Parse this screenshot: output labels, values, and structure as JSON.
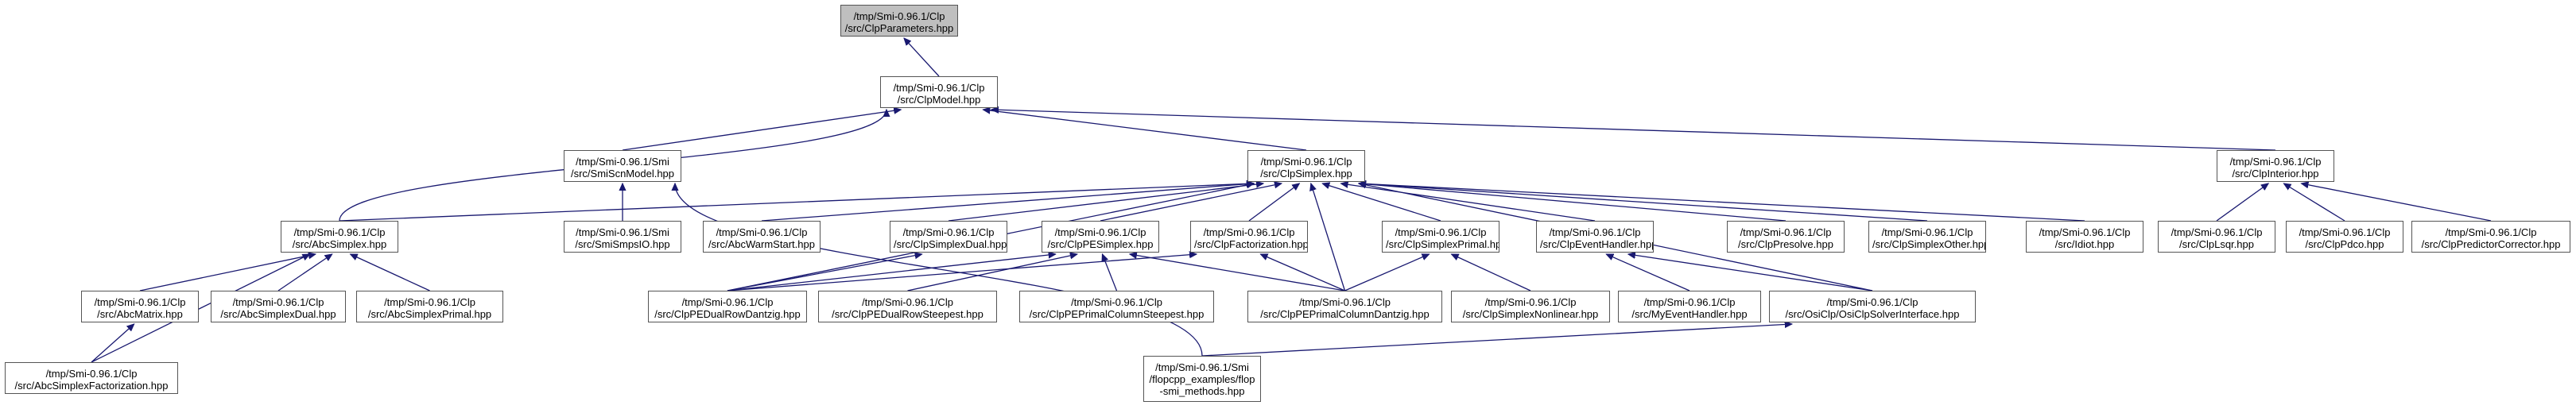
{
  "colors": {
    "root_fill": "#bfbfbf",
    "edge": "#191970",
    "border": "#555555"
  },
  "nodes": [
    {
      "id": "clpparameters",
      "lines": [
        "/tmp/Smi-0.96.1/Clp",
        "/src/ClpParameters.hpp"
      ],
      "root": true
    },
    {
      "id": "clpmodel",
      "lines": [
        "/tmp/Smi-0.96.1/Clp",
        "/src/ClpModel.hpp"
      ]
    },
    {
      "id": "smiscnmodel",
      "lines": [
        "/tmp/Smi-0.96.1/Smi",
        "/src/SmiScnModel.hpp"
      ]
    },
    {
      "id": "clpsimplex",
      "lines": [
        "/tmp/Smi-0.96.1/Clp",
        "/src/ClpSimplex.hpp"
      ]
    },
    {
      "id": "clpinterior",
      "lines": [
        "/tmp/Smi-0.96.1/Clp",
        "/src/ClpInterior.hpp"
      ]
    },
    {
      "id": "abcsimplex",
      "lines": [
        "/tmp/Smi-0.96.1/Clp",
        "/src/AbcSimplex.hpp"
      ]
    },
    {
      "id": "smismpsio",
      "lines": [
        "/tmp/Smi-0.96.1/Smi",
        "/src/SmiSmpsIO.hpp"
      ]
    },
    {
      "id": "abcwarmstart",
      "lines": [
        "/tmp/Smi-0.96.1/Clp",
        "/src/AbcWarmStart.hpp"
      ]
    },
    {
      "id": "clpsimplexdual",
      "lines": [
        "/tmp/Smi-0.96.1/Clp",
        "/src/ClpSimplexDual.hpp"
      ]
    },
    {
      "id": "clppesimplex",
      "lines": [
        "/tmp/Smi-0.96.1/Clp",
        "/src/ClpPESimplex.hpp"
      ]
    },
    {
      "id": "clpfactorization",
      "lines": [
        "/tmp/Smi-0.96.1/Clp",
        "/src/ClpFactorization.hpp"
      ]
    },
    {
      "id": "clpsimplexprimal",
      "lines": [
        "/tmp/Smi-0.96.1/Clp",
        "/src/ClpSimplexPrimal.hpp"
      ]
    },
    {
      "id": "clpeventhandler",
      "lines": [
        "/tmp/Smi-0.96.1/Clp",
        "/src/ClpEventHandler.hpp"
      ]
    },
    {
      "id": "clppresolve",
      "lines": [
        "/tmp/Smi-0.96.1/Clp",
        "/src/ClpPresolve.hpp"
      ]
    },
    {
      "id": "clpsimplexother",
      "lines": [
        "/tmp/Smi-0.96.1/Clp",
        "/src/ClpSimplexOther.hpp"
      ]
    },
    {
      "id": "idiot",
      "lines": [
        "/tmp/Smi-0.96.1/Clp",
        "/src/Idiot.hpp"
      ]
    },
    {
      "id": "clplsqr",
      "lines": [
        "/tmp/Smi-0.96.1/Clp",
        "/src/ClpLsqr.hpp"
      ]
    },
    {
      "id": "clppdco",
      "lines": [
        "/tmp/Smi-0.96.1/Clp",
        "/src/ClpPdco.hpp"
      ]
    },
    {
      "id": "clppredictorcorrector",
      "lines": [
        "/tmp/Smi-0.96.1/Clp",
        "/src/ClpPredictorCorrector.hpp"
      ]
    },
    {
      "id": "abcmatrix",
      "lines": [
        "/tmp/Smi-0.96.1/Clp",
        "/src/AbcMatrix.hpp"
      ]
    },
    {
      "id": "abcsimplexdual",
      "lines": [
        "/tmp/Smi-0.96.1/Clp",
        "/src/AbcSimplexDual.hpp"
      ]
    },
    {
      "id": "abcsimplexprimal",
      "lines": [
        "/tmp/Smi-0.96.1/Clp",
        "/src/AbcSimplexPrimal.hpp"
      ]
    },
    {
      "id": "clppedualrowdantzig",
      "lines": [
        "/tmp/Smi-0.96.1/Clp",
        "/src/ClpPEDualRowDantzig.hpp"
      ]
    },
    {
      "id": "clppedualrowsteepest",
      "lines": [
        "/tmp/Smi-0.96.1/Clp",
        "/src/ClpPEDualRowSteepest.hpp"
      ]
    },
    {
      "id": "clpeprimalcolumnsteepest",
      "lines": [
        "/tmp/Smi-0.96.1/Clp",
        "/src/ClpPEPrimalColumnSteepest.hpp"
      ]
    },
    {
      "id": "clpeprimalcolumndantzig",
      "lines": [
        "/tmp/Smi-0.96.1/Clp",
        "/src/ClpPEPrimalColumnDantzig.hpp"
      ]
    },
    {
      "id": "clpsimplexnonlinear",
      "lines": [
        "/tmp/Smi-0.96.1/Clp",
        "/src/ClpSimplexNonlinear.hpp"
      ]
    },
    {
      "id": "myeventhandler",
      "lines": [
        "/tmp/Smi-0.96.1/Clp",
        "/src/MyEventHandler.hpp"
      ]
    },
    {
      "id": "osiclpsolverinterface",
      "lines": [
        "/tmp/Smi-0.96.1/Clp",
        "/src/OsiClp/OsiClpSolverInterface.hpp"
      ]
    },
    {
      "id": "abcsimplexfactorization",
      "lines": [
        "/tmp/Smi-0.96.1/Clp",
        "/src/AbcSimplexFactorization.hpp"
      ]
    },
    {
      "id": "flopcpp",
      "lines": [
        "/tmp/Smi-0.96.1/Smi",
        "/flopcpp_examples/flop",
        "-smi_methods.hpp"
      ]
    }
  ],
  "edges": [
    [
      "clpmodel",
      "clpparameters"
    ],
    [
      "smiscnmodel",
      "clpmodel"
    ],
    [
      "clpsimplex",
      "clpmodel"
    ],
    [
      "clpinterior",
      "clpmodel"
    ],
    [
      "abcsimplex",
      "clpmodel"
    ],
    [
      "smismpsio",
      "smiscnmodel"
    ],
    [
      "flopcpp",
      "smiscnmodel"
    ],
    [
      "abcsimplex",
      "clpsimplex"
    ],
    [
      "abcwarmstart",
      "clpsimplex"
    ],
    [
      "clpsimplexdual",
      "clpsimplex"
    ],
    [
      "clppesimplex",
      "clpsimplex"
    ],
    [
      "clpfactorization",
      "clpsimplex"
    ],
    [
      "clpsimplexprimal",
      "clpsimplex"
    ],
    [
      "clpeventhandler",
      "clpsimplex"
    ],
    [
      "clppresolve",
      "clpsimplex"
    ],
    [
      "clpsimplexother",
      "clpsimplex"
    ],
    [
      "idiot",
      "clpsimplex"
    ],
    [
      "clppedualrowdantzig",
      "clpsimplex"
    ],
    [
      "clpeprimalcolumndantzig",
      "clpsimplex"
    ],
    [
      "osiclpsolverinterface",
      "clpsimplex"
    ],
    [
      "clplsqr",
      "clpinterior"
    ],
    [
      "clppdco",
      "clpinterior"
    ],
    [
      "clppredictorcorrector",
      "clpinterior"
    ],
    [
      "abcmatrix",
      "abcsimplex"
    ],
    [
      "abcsimplexdual",
      "abcsimplex"
    ],
    [
      "abcsimplexprimal",
      "abcsimplex"
    ],
    [
      "abcsimplexfactorization",
      "abcsimplex"
    ],
    [
      "abcsimplexfactorization",
      "abcmatrix"
    ],
    [
      "clppedualrowdantzig",
      "clpsimplexdual"
    ],
    [
      "clppedualrowdantzig",
      "clppesimplex"
    ],
    [
      "clppedualrowsteepest",
      "clppesimplex"
    ],
    [
      "clpeprimalcolumnsteepest",
      "clppesimplex"
    ],
    [
      "clpeprimalcolumndantzig",
      "clppesimplex"
    ],
    [
      "clppedualrowdantzig",
      "clpfactorization"
    ],
    [
      "clpeprimalcolumndantzig",
      "clpfactorization"
    ],
    [
      "clpeprimalcolumndantzig",
      "clpsimplexprimal"
    ],
    [
      "clpsimplexnonlinear",
      "clpsimplexprimal"
    ],
    [
      "myeventhandler",
      "clpeventhandler"
    ],
    [
      "osiclpsolverinterface",
      "clpeventhandler"
    ],
    [
      "flopcpp",
      "osiclpsolverinterface"
    ]
  ]
}
